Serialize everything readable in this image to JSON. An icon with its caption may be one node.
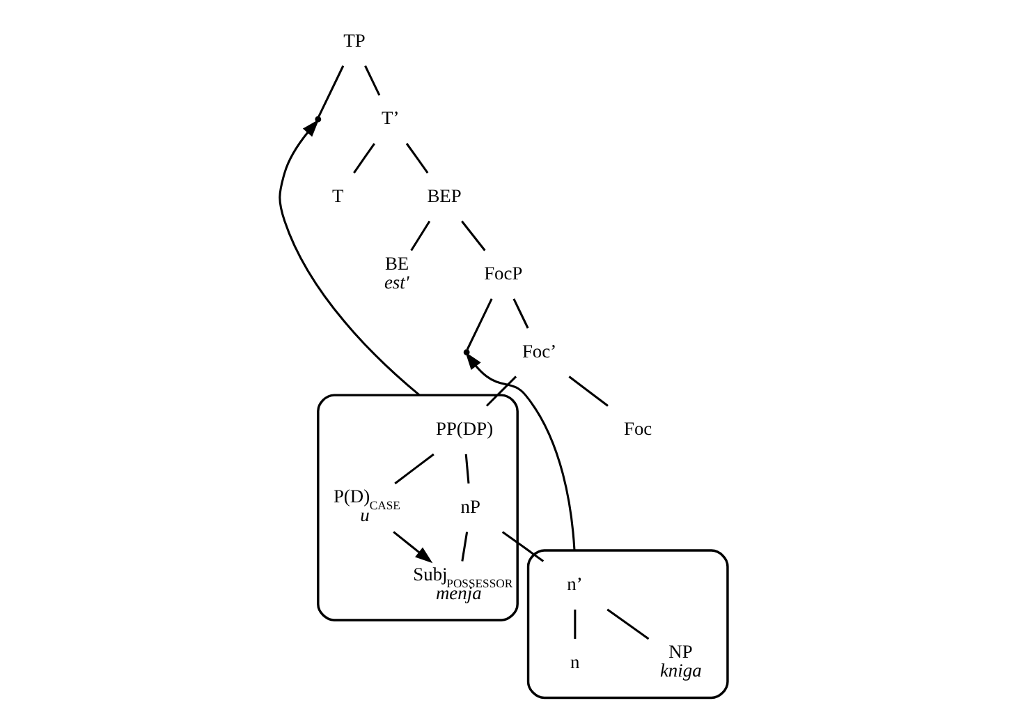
{
  "diagram": {
    "nodes": [
      {
        "text": [
          "TP"
        ]
      },
      {
        "text": [],
        "shape": "point"
      },
      {
        "text": [
          "T’"
        ]
      },
      {
        "text": [
          "T"
        ]
      },
      {
        "text": [
          "BEP"
        ]
      },
      {
        "text": [
          "BE",
          "est'"
        ]
      },
      {
        "text": [
          "FocP"
        ]
      },
      {
        "text": [],
        "shape": "point"
      },
      {
        "text": [
          "Foc’"
        ]
      },
      {
        "text": [
          "Foc"
        ]
      },
      {
        "text": [],
        "shape": "ellipse"
      },
      {
        "text": [
          "PP(DP)"
        ],
        "in": 10
      },
      {
        "text": [
          "P(D)$_{CASE}$",
          "u"
        ],
        "in": 10
      },
      {
        "text": [
          "nP"
        ],
        "in": 10
      },
      {
        "text": [
          "Subj$_{POSSESSOR}$",
          "menja"
        ],
        "in": 10
      },
      {
        "text": [],
        "shape": "ellipse"
      },
      {
        "text": [
          "n’"
        ],
        "in": 15
      },
      {
        "text": [
          "n"
        ],
        "in": 15
      },
      {
        "text": [
          "NP",
          "kniga"
        ],
        "in": 15
      }
    ],
    "edges": [
      {
        "from": 0,
        "to": 1,
        "arrow": "none"
      },
      {
        "from": 0,
        "to": 2,
        "arrow": "none"
      },
      {
        "from": 2,
        "to": 3,
        "arrow": "none"
      },
      {
        "from": 2,
        "to": 4,
        "arrow": "none"
      },
      {
        "from": 4,
        "to": 5,
        "arrow": "none"
      },
      {
        "from": 4,
        "to": 6,
        "arrow": "none"
      },
      {
        "from": 6,
        "to": 7,
        "arrow": "none"
      },
      {
        "from": 6,
        "to": 8,
        "arrow": "none"
      },
      {
        "from": 8,
        "to": 9,
        "arrow": "none"
      },
      {
        "from": 8,
        "to": 11,
        "arrow": "none"
      },
      {
        "from": 11,
        "to": 12,
        "arrow": "none"
      },
      {
        "from": 11,
        "to": 13,
        "arrow": "none"
      },
      {
        "from": 13,
        "to": 14,
        "arrow": "none"
      },
      {
        "from": 13,
        "to": 16,
        "arrow": "none"
      },
      {
        "from": 16,
        "to": 17,
        "arrow": "none"
      },
      {
        "from": 16,
        "to": 18,
        "arrow": "none"
      },
      {
        "from": 12,
        "to": 14,
        "arrow": "to"
      },
      {
        "from": 10,
        "to": 1,
        "arrow": "to"
      },
      {
        "from": 15,
        "to": 7,
        "arrow": "to"
      }
    ]
  }
}
